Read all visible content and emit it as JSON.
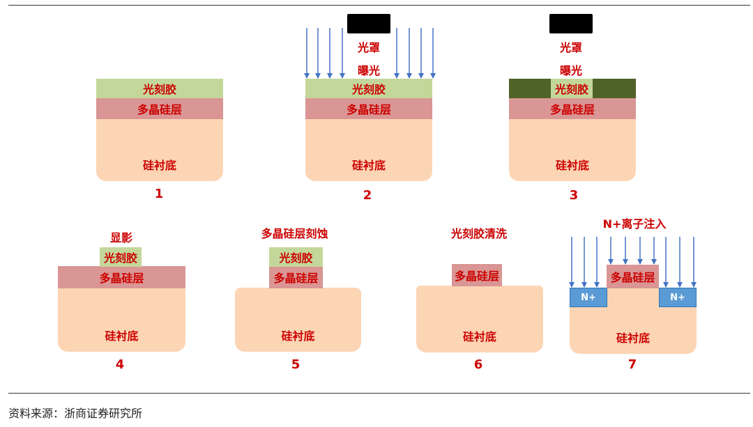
{
  "labels": {
    "photoresist": "光刻胶",
    "polysilicon": "多晶硅层",
    "substrate": "硅衬底",
    "mask": "光罩",
    "exposure": "曝光",
    "n_plus": "N+"
  },
  "steps": [
    "1",
    "2",
    "3",
    "4",
    "5",
    "6",
    "7"
  ],
  "captions": {
    "develop": "显影",
    "poly_etch": "多晶硅层刻蚀",
    "resist_clean": "光刻胶清洗",
    "ion_implant": "N+离子注入"
  },
  "source": "资料来源：浙商证券研究所",
  "colors": {
    "photoresist": "#c4d79b",
    "photoresist_exposed": "#4f6228",
    "polysilicon": "#d99694",
    "substrate": "#fcd5b5",
    "n_plus": "#5b9bd5",
    "arrow": "#4472c4",
    "label_red": "#cc0000"
  }
}
